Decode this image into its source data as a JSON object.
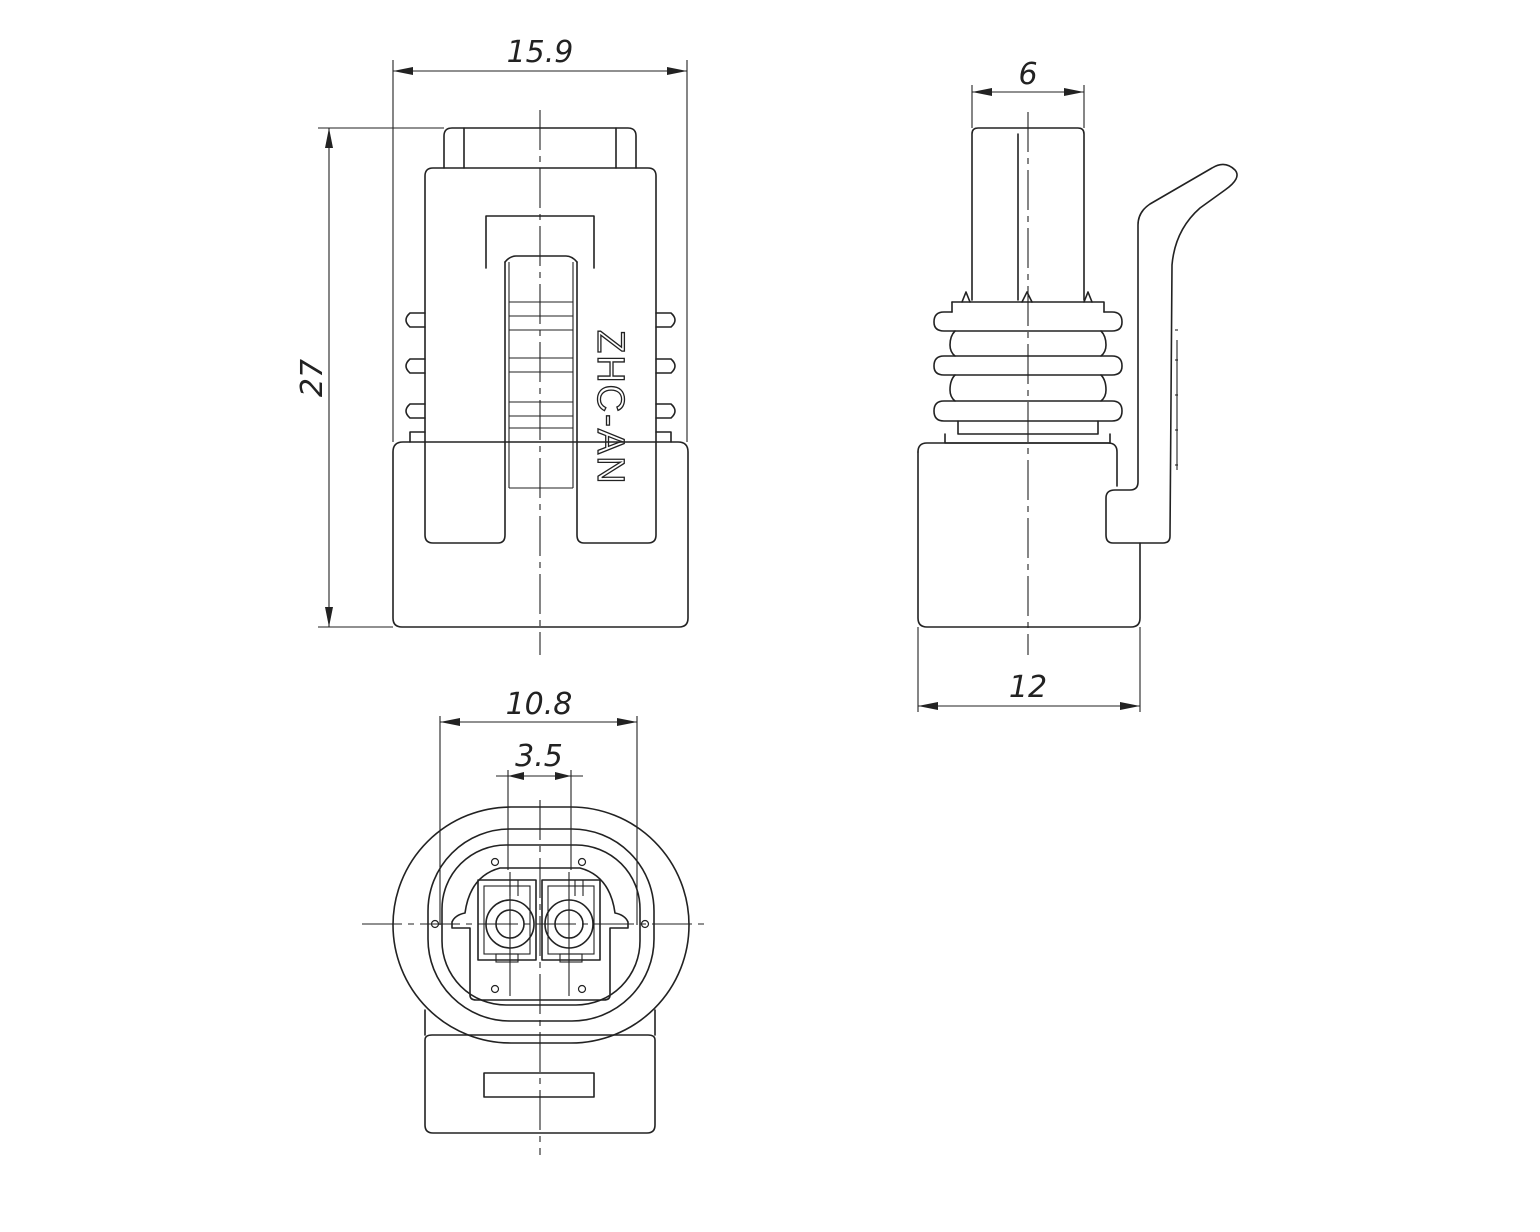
{
  "dimensions": {
    "front_width": "15.9",
    "front_height": "27",
    "side_top_width": "6",
    "side_bottom_width": "12",
    "bottom_outer_width": "10.8",
    "bottom_pitch": "3.5"
  },
  "body_marking": "ZHC-AN"
}
